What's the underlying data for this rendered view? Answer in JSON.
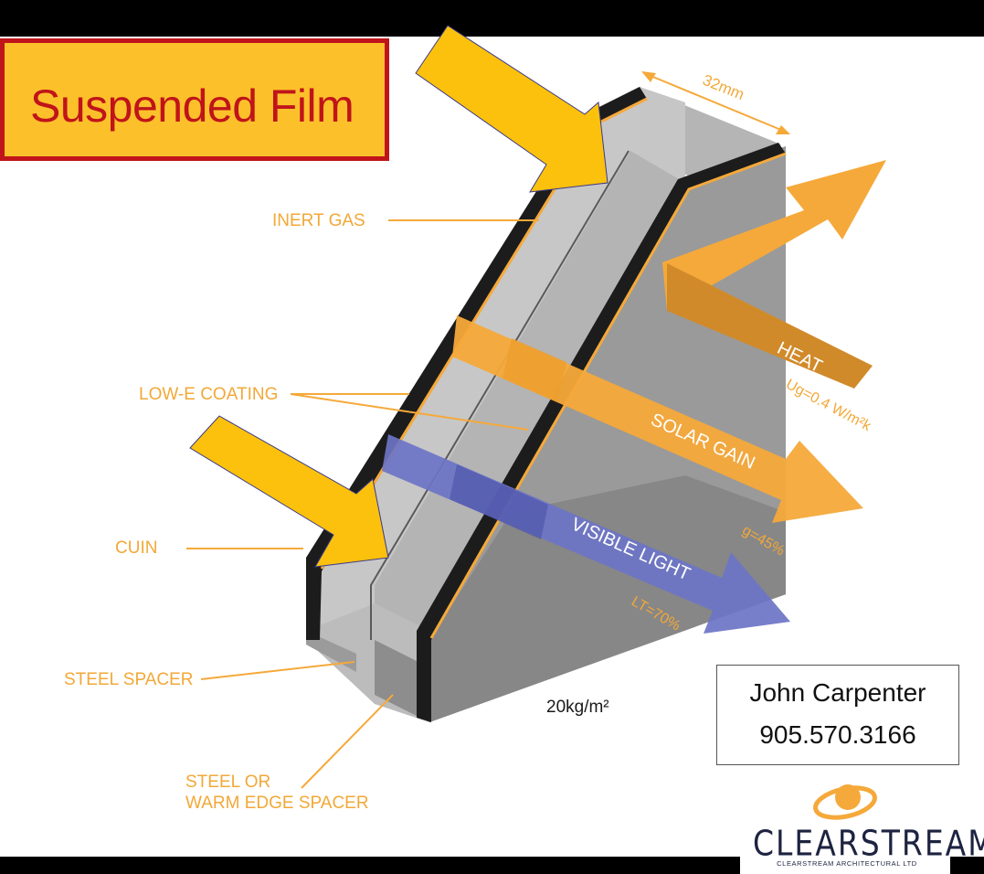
{
  "title": "Suspended Film",
  "labels": {
    "inert_gas": "INERT GAS",
    "low_e": "LOW-E COATING",
    "cuin": "CUIN",
    "steel_spacer": "STEEL SPACER",
    "edge_spacer_1": "STEEL OR",
    "edge_spacer_2": "WARM EDGE SPACER",
    "dimension": "32mm",
    "weight": "20kg/m²",
    "heat": "HEAT",
    "heat_value": "Ug=0.4 W/m²k",
    "solar": "SOLAR GAIN",
    "solar_value": "g=45%",
    "visible": "VISIBLE LIGHT",
    "visible_value": "LT=70%"
  },
  "contact": {
    "name": "John Carpenter",
    "phone": "905.570.3166"
  },
  "logo": {
    "name": "CLEARSTREAM",
    "sub": "CLEARSTREAM ARCHITECTURAL LTD"
  },
  "colors": {
    "title_text": "#c0141a",
    "title_bg": "#fcc12a",
    "orange": "#f5a93a",
    "heat": "#d18a2a",
    "visible_light": "#6d74c6",
    "label": "#f2a838"
  }
}
